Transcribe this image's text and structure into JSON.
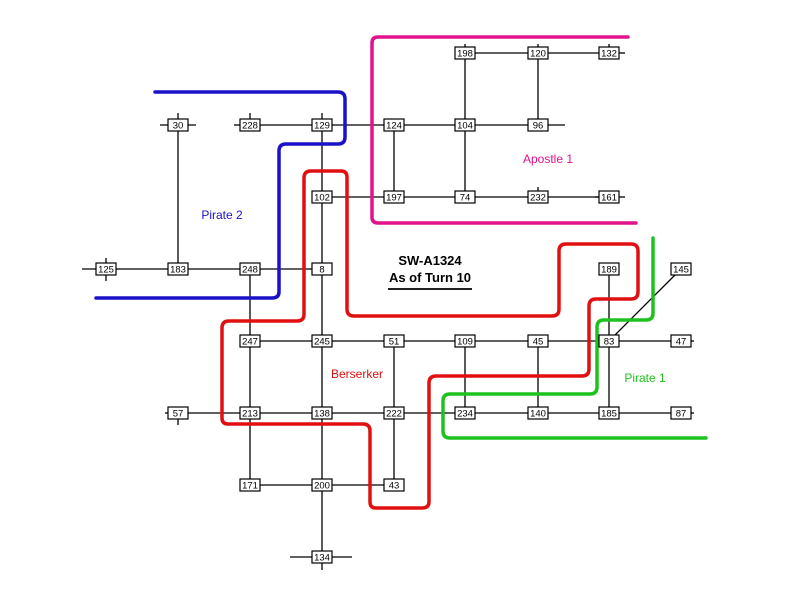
{
  "title": {
    "line1": "SW-A1324",
    "line2": "As of Turn 10"
  },
  "colors": {
    "apostle": "#e0138c",
    "pirate2": "#1a12c8",
    "berserker": "#e01010",
    "pirate1": "#1ec21e",
    "link": "#000000"
  },
  "regions": {
    "apostle_1": "Apostle 1",
    "pirate_2": "Pirate 2",
    "berserker": "Berserker",
    "pirate_1": "Pirate 1"
  },
  "systems": [
    "198",
    "120",
    "132",
    "30",
    "228",
    "129",
    "124",
    "104",
    "96",
    "102",
    "197",
    "74",
    "232",
    "161",
    "125",
    "183",
    "248",
    "8",
    "189",
    "145",
    "247",
    "245",
    "51",
    "109",
    "45",
    "83",
    "47",
    "57",
    "213",
    "138",
    "222",
    "234",
    "140",
    "185",
    "87",
    "171",
    "200",
    "43",
    "134"
  ]
}
